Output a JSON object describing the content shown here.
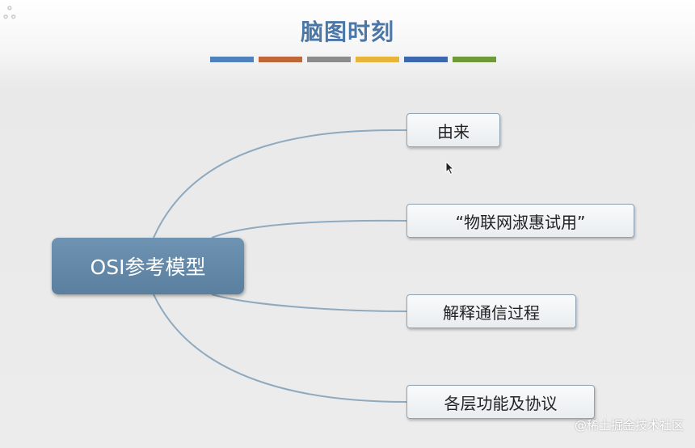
{
  "slide": {
    "title": "脑图时刻",
    "color_bars": [
      "#4f81bd",
      "#c0673a",
      "#8c8c8c",
      "#e8b43a",
      "#3d68b0",
      "#6e9a3c"
    ]
  },
  "mindmap": {
    "root": "OSI参考模型",
    "branches": [
      {
        "label": "由来"
      },
      {
        "label": "“物联网淑惠试用”"
      },
      {
        "label": "解释通信过程"
      },
      {
        "label": "各层功能及协议"
      }
    ],
    "connector_color": "#8fa9be"
  },
  "watermark": "@稀土掘金技术社区"
}
